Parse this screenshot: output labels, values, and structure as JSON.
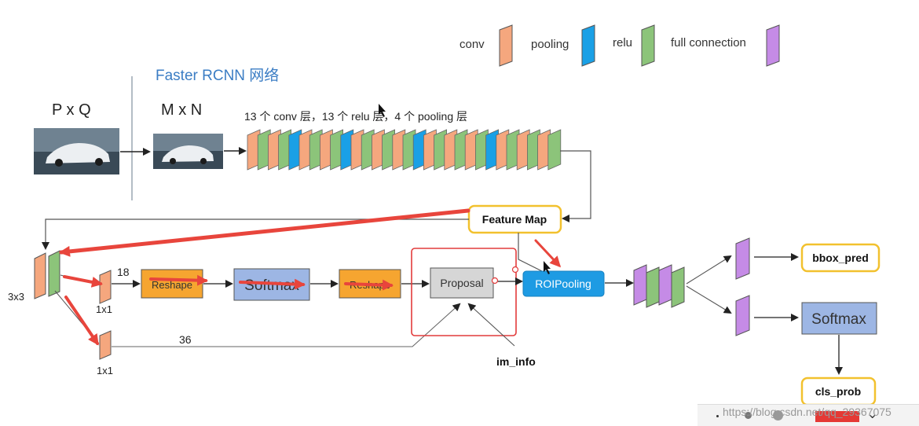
{
  "legend": {
    "items": [
      {
        "label": "conv",
        "color": "#f5a77e"
      },
      {
        "label": "pooling",
        "color": "#1aa0e6"
      },
      {
        "label": "relu",
        "color": "#8cc47a"
      },
      {
        "label": "full connection",
        "color": "#c58be6"
      }
    ]
  },
  "header": {
    "title": "Faster RCNN 网络",
    "pxq_label": "P x Q",
    "mxn_label": "M x N",
    "backbone_caption": "13 个 conv 层，13 个 relu 层，4 个 pooling 层"
  },
  "nodes": {
    "feature_map": "Feature Map",
    "reshape_1": "Reshape",
    "softmax_1": "Softmax",
    "reshape_2": "Reshape",
    "proposal": "Proposal",
    "roi_pooling": "ROIPooling",
    "bbox_pred": "bbox_pred",
    "softmax_2": "Softmax",
    "cls_prob": "cls_prob",
    "im_info": "im_info"
  },
  "labels": {
    "kernel_3x3": "3x3",
    "kernel_1x1_top": "1x1",
    "kernel_1x1_bottom": "1x1",
    "channels_18": "18",
    "channels_36": "36"
  },
  "backbone_sequence": [
    "conv",
    "relu",
    "conv",
    "relu",
    "pooling",
    "conv",
    "relu",
    "conv",
    "relu",
    "pooling",
    "conv",
    "relu",
    "conv",
    "relu",
    "conv",
    "relu",
    "pooling",
    "conv",
    "relu",
    "conv",
    "relu",
    "conv",
    "relu",
    "pooling",
    "conv",
    "relu",
    "conv",
    "relu",
    "conv",
    "relu"
  ],
  "watermark": "https://blog.csdn.net/qq_29367075"
}
